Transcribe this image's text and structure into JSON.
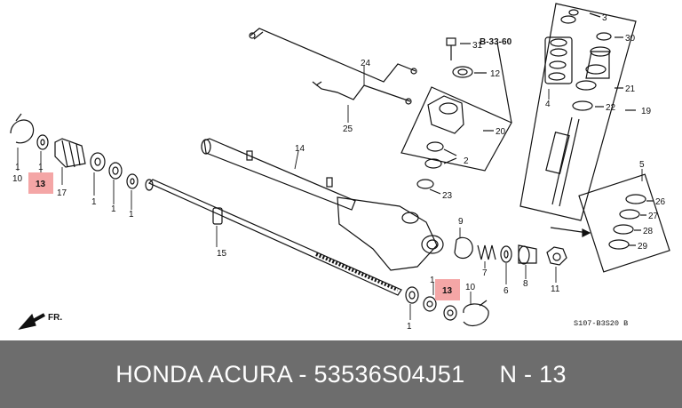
{
  "diagram": {
    "callouts": {
      "c1a": "1",
      "c1b": "1",
      "c1c": "1",
      "c1d": "1",
      "c1e": "1",
      "c1f": "1",
      "c1g": "1",
      "c2": "2",
      "c3": "3",
      "c4": "4",
      "c5": "5",
      "c6": "6",
      "c7": "7",
      "c8": "8",
      "c9": "9",
      "c10a": "10",
      "c10b": "10",
      "c11": "11",
      "c12": "12",
      "c14": "14",
      "c15": "15",
      "c17": "17",
      "c19": "19",
      "c20": "20",
      "c21": "21",
      "c22": "22",
      "c23": "23",
      "c24": "24",
      "c25": "25",
      "c26": "26",
      "c27": "27",
      "c28": "28",
      "c29": "29",
      "c30": "30",
      "c31": "31"
    },
    "highlight_a": "13",
    "highlight_b": "13",
    "reference": "B-33-60",
    "code": "S107-B3S20 B",
    "front": "FR.",
    "highlight_color": "#f4a6a6"
  },
  "footer": {
    "text": "HONDA ACURA - 53536S04J51     N - 13"
  }
}
